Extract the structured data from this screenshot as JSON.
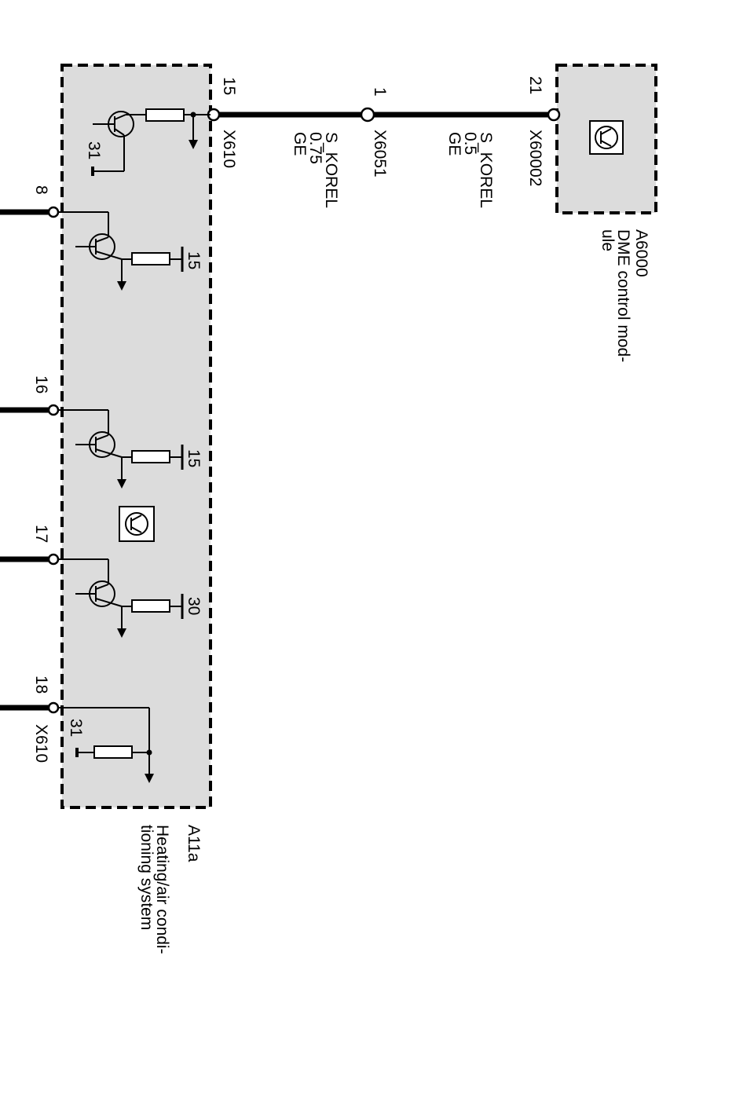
{
  "colors": {
    "module_fill": "#dcdcdc",
    "line": "#000000",
    "background": "#ffffff"
  },
  "dme_module": {
    "id": "A6000",
    "name_line1": "DME control mod-",
    "name_line2": "ule",
    "pin": "21",
    "connector": "X60002",
    "icon": "transistor-symbol-icon"
  },
  "wire_dme_to_splice": {
    "signal": "S_KOREL",
    "cross_section": "0.5",
    "color": "GE"
  },
  "splice": {
    "pin": "1",
    "connector": "X6051"
  },
  "wire_splice_to_hvac": {
    "signal": "S_KOREL",
    "cross_section": "0.75",
    "color": "GE"
  },
  "hvac_module": {
    "id": "A11a",
    "name_line1": "Heating/air condi-",
    "name_line2": "tioning system",
    "icon": "transistor-symbol-icon",
    "top_connector": {
      "pin": "15",
      "connector": "X610"
    },
    "bottom_connector": "X610",
    "pins": [
      "8",
      "16",
      "17",
      "18"
    ],
    "supply_labels": [
      "15",
      "15",
      "30"
    ],
    "ground_labels": [
      "31",
      "31"
    ]
  }
}
